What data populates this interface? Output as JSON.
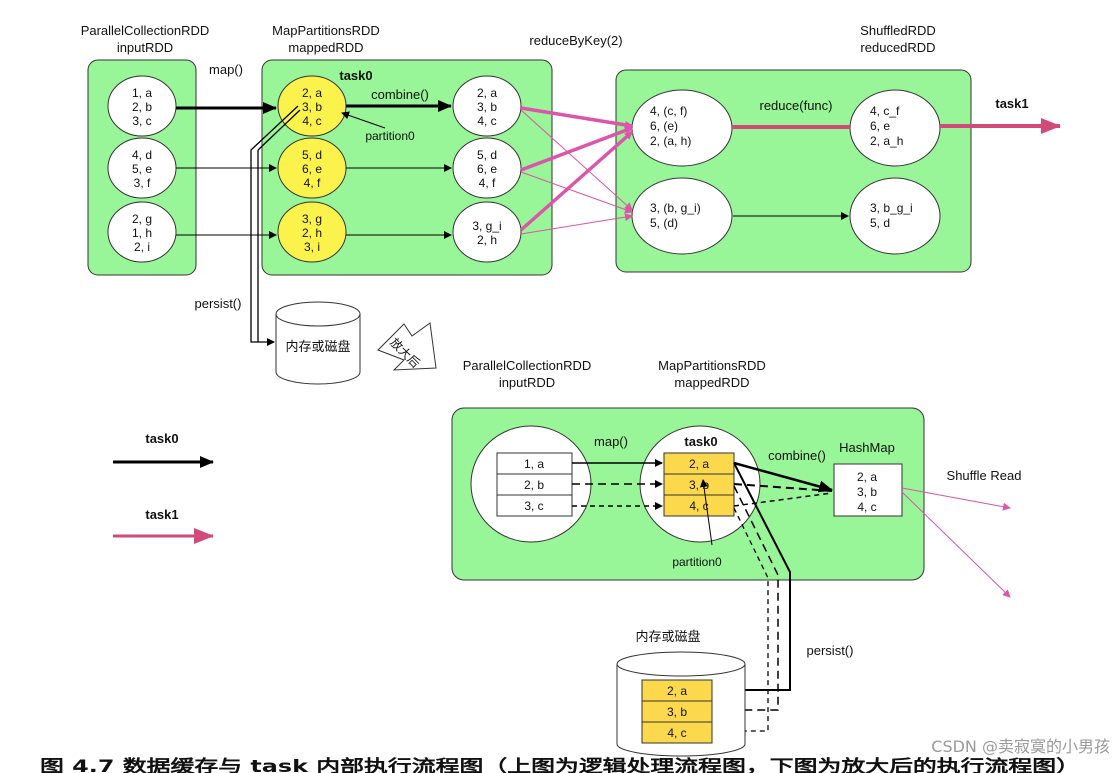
{
  "colors": {
    "panel_fill": "#98f598",
    "partition_fill": "#fbf24c",
    "task0_arrow": "#000000",
    "task1_arrow": "#d24a77",
    "shuffle_line": "#dd55aa"
  },
  "labels": {
    "input_rdd_type": "ParallelCollectionRDD",
    "input_rdd_name": "inputRDD",
    "mapped_rdd_type": "MapPartitionsRDD",
    "mapped_rdd_name": "mappedRDD",
    "reduce_by_key": "reduceByKey(2)",
    "shuffled_rdd_type": "ShuffledRDD",
    "shuffled_rdd_name": "reducedRDD",
    "map": "map()",
    "combine": "combine()",
    "partition0": "partition0",
    "reduce_func": "reduce(func)",
    "persist": "persist()",
    "storage": "内存或磁盘",
    "zoom": "放大后",
    "task0": "task0",
    "task1": "task1",
    "hashmap": "HashMap",
    "shuffle_read": "Shuffle Read"
  },
  "top": {
    "input_partitions": [
      [
        "1, a",
        "2, b",
        "3, c"
      ],
      [
        "4, d",
        "5, e",
        "3, f"
      ],
      [
        "2, g",
        "1, h",
        "2, i"
      ]
    ],
    "mapped_partitions": [
      [
        "2, a",
        "3, b",
        "4, c"
      ],
      [
        "5, d",
        "6, e",
        "4, f"
      ],
      [
        "3, g",
        "2, h",
        "3, i"
      ]
    ],
    "combined_partitions": [
      [
        "2, a",
        "3, b",
        "4, c"
      ],
      [
        "5, d",
        "6, e",
        "4, f"
      ],
      [
        "3, g_i",
        "2, h"
      ]
    ],
    "shuffle_groups": [
      [
        "4, (c, f)",
        "6, (e)",
        "2, (a, h)"
      ],
      [
        "3, (b, g_i)",
        "5, (d)"
      ]
    ],
    "reduced_partitions": [
      [
        "4, c_f",
        "6, e",
        "2, a_h"
      ],
      [
        "3, b_g_i",
        "5, d"
      ]
    ]
  },
  "bottom": {
    "input_records": [
      "1, a",
      "2, b",
      "3, c"
    ],
    "mapped_records": [
      "2, a",
      "3, b",
      "4, c"
    ],
    "hashmap_records": [
      "2, a",
      "3, b",
      "4, c"
    ],
    "storage_records": [
      "2, a",
      "3, b",
      "4, c"
    ]
  },
  "legend": {
    "task0": "task0",
    "task1": "task1"
  },
  "footer": {
    "watermark": "CSDN @卖寂寞的小男孩",
    "caption": "图 4.7 数据缓存与 task 内部执行流程图（上图为逻辑处理流程图，下图为放大后的执行流程图）"
  }
}
